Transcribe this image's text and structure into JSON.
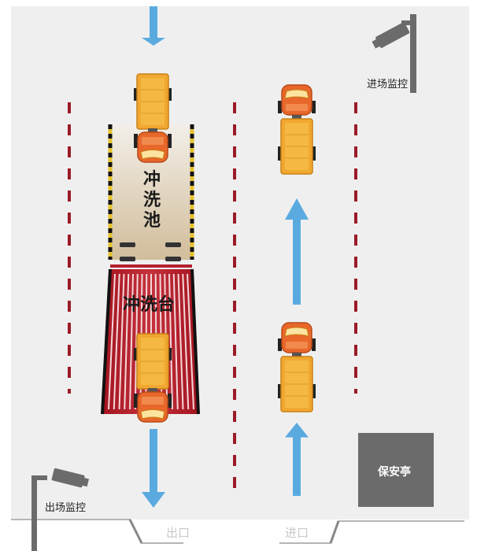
{
  "labels": {
    "wash_pool": "冲洗池",
    "wash_platform": "冲洗台",
    "exit_monitor": "出场监控",
    "entry_monitor": "进场监控",
    "exit_gate": "出口",
    "entry_gate": "进口",
    "guard_booth": "保安亭"
  },
  "icons": {
    "camera": "cctv-camera-icon",
    "arrow": "direction-arrow-icon",
    "truck": "dump-truck-icon"
  },
  "colors": {
    "ground": "#efefef",
    "lane_divider": "#9b1b27",
    "arrow": "#5aaae0",
    "truck_cab": "#e8672a",
    "truck_body": "#f0a830",
    "wash_platform": "#b5202e",
    "guard_booth": "#6b6b6b"
  }
}
